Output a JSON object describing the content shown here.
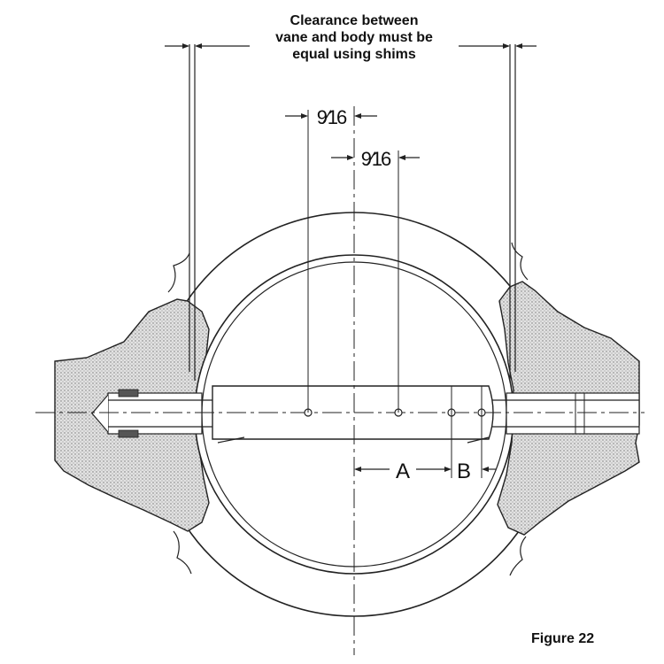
{
  "figure": {
    "note_line1": "Clearance between",
    "note_line2": "vane and body must be",
    "note_line3": "equal using shims",
    "dim_upper": "9⁄16",
    "dim_lower": "9⁄16",
    "label_a": "A",
    "label_b": "B",
    "caption": "Figure 22"
  },
  "colors": {
    "line": "#222222",
    "hatch_fill": "#d8d8d8"
  }
}
